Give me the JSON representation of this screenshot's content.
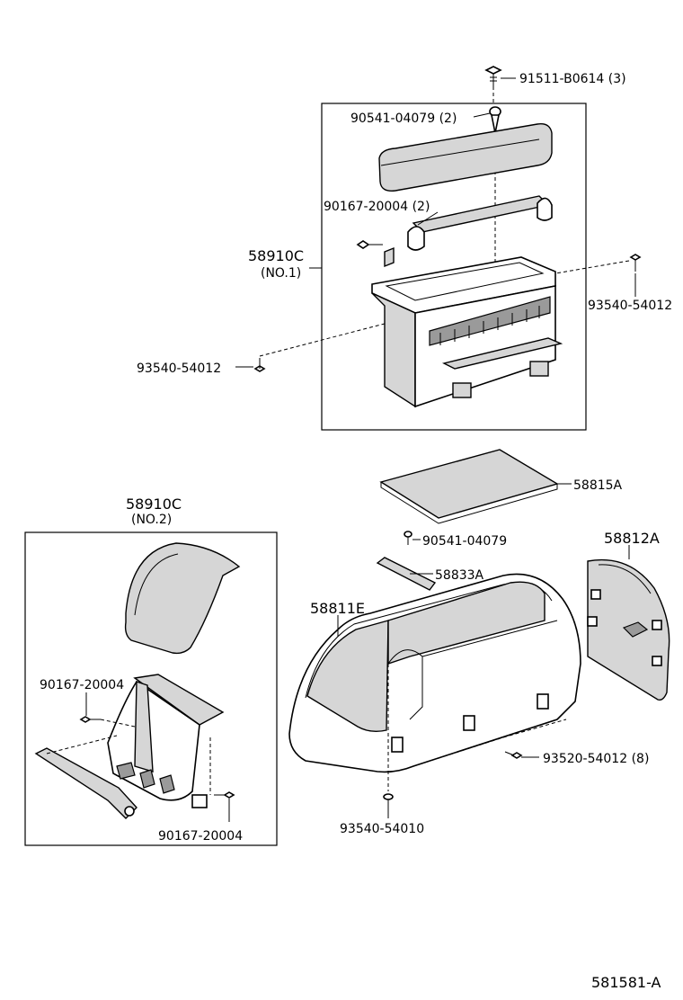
{
  "diagram_id": "581581-A",
  "group_no1": {
    "part_no": "58910C",
    "qualifier": "(NO.1)",
    "callouts": {
      "top_clip": "91511-B0614 (3)",
      "lid_screw": "90541-04079 (2)",
      "hinge_screw": "90167-20004 (2)",
      "right_screw": "93540-54012",
      "left_screw": "93540-54012"
    }
  },
  "group_no2": {
    "part_no": "58910C",
    "qualifier": "(NO.2)",
    "callouts": {
      "upper_screw": "90167-20004",
      "lower_screw": "90167-20004"
    }
  },
  "main_parts": {
    "mat": "58815A",
    "mat_screw": "90541-04079",
    "bracket": "58833A",
    "side_panel": "58812A",
    "console_body": "58811E",
    "body_screws": "93520-54012 (8)",
    "bottom_screw": "93540-54010"
  }
}
